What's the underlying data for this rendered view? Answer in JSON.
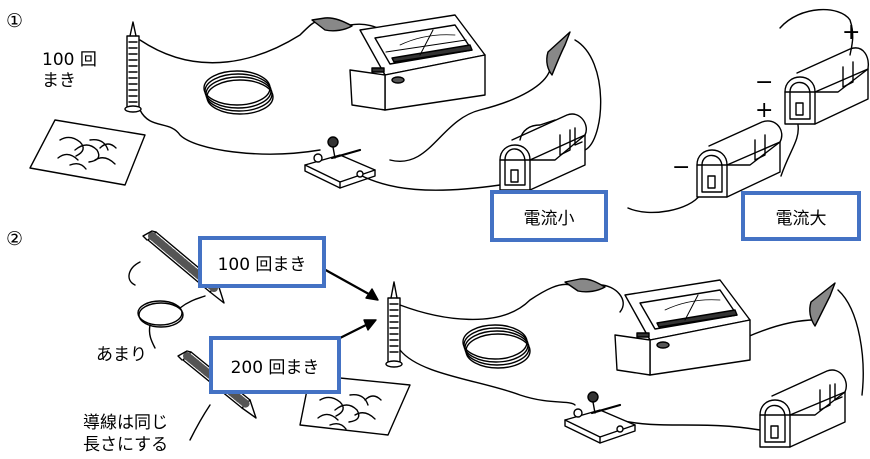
{
  "figure": {
    "step1_marker": "①",
    "step2_marker": "②",
    "coil_turns_label": "100 回\nまき",
    "weak_current_label": "電流小",
    "strong_current_label": "電流大",
    "plus_sign": "+",
    "minus_sign": "−",
    "turns_100_label": "100 回まき",
    "turns_200_label": "200 回まき",
    "leftover_label": "あまり",
    "same_length_label": "導線は同じ\n長さにする"
  },
  "colors": {
    "box_border": "#4472c4",
    "line": "#000000"
  }
}
